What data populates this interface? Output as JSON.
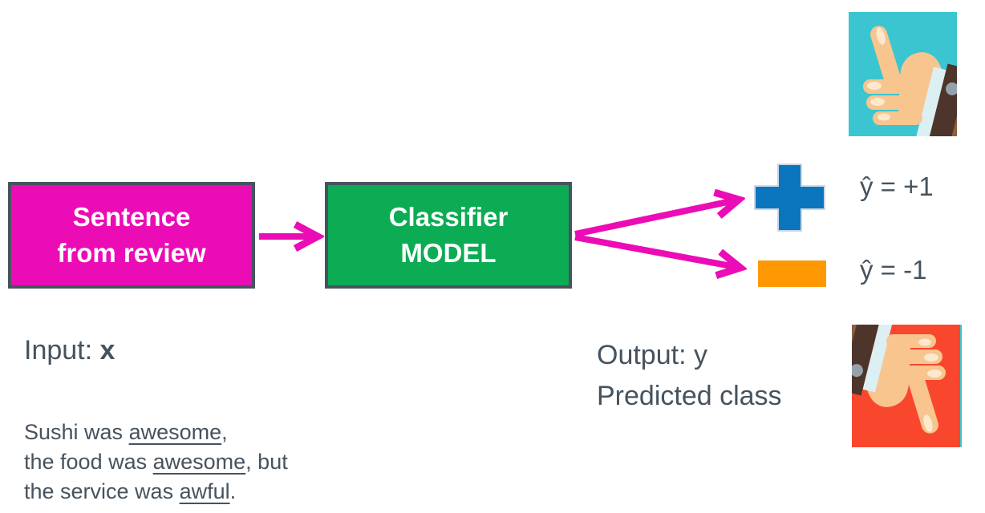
{
  "flow": {
    "input_box": {
      "line1": "Sentence",
      "line2": "from review"
    },
    "model_box": {
      "line1": "Classifier",
      "line2": "MODEL"
    },
    "positive_output_label": "ŷ = +1",
    "negative_output_label": "ŷ = -1"
  },
  "captions": {
    "input": {
      "label": "Input: ",
      "variable": "x"
    },
    "output": {
      "line1": "Output: y",
      "line2": "Predicted class"
    }
  },
  "example": {
    "lines": [
      {
        "pre": "Sushi was ",
        "underlined": "awesome",
        "post": ","
      },
      {
        "pre": "the food was ",
        "underlined": "awesome",
        "post": ", but"
      },
      {
        "pre": "the service was ",
        "underlined": "awful",
        "post": "."
      }
    ]
  },
  "icons": {
    "plus": "plus-sign",
    "minus": "minus-sign",
    "thumbs_up": "thumbs-up",
    "thumbs_down": "thumbs-down"
  },
  "colors": {
    "magenta": "#EB0CB6",
    "green": "#0BAC53",
    "box_border": "#47535E",
    "plus_blue": "#0B75BD",
    "minus_orange": "#FE9701",
    "text": "#46535E",
    "thumbs_up_bg": "#3BC5D0",
    "thumbs_down_bg": "#F9472E"
  }
}
